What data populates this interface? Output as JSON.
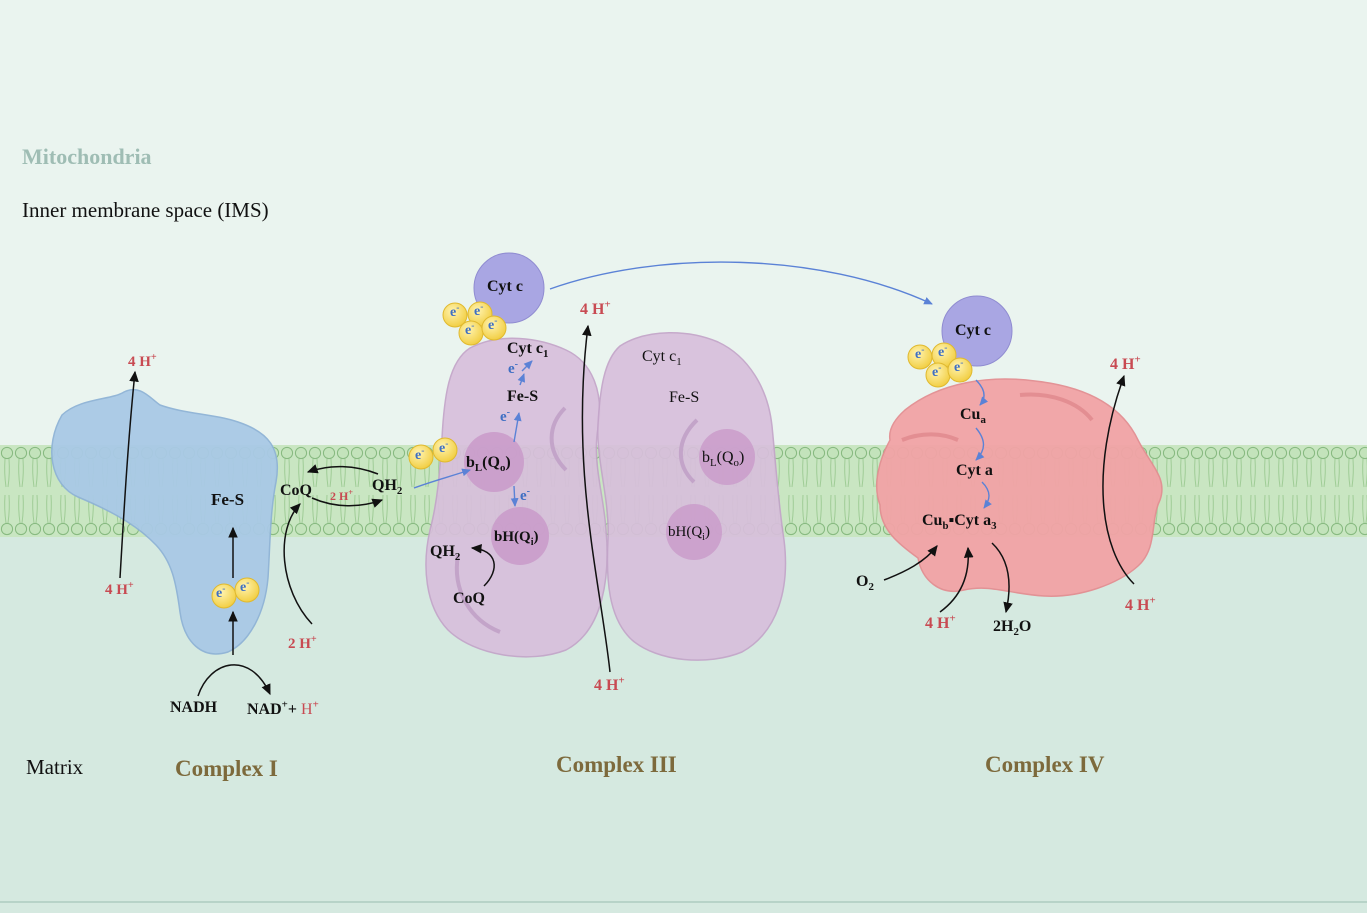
{
  "title": "Mitochondria",
  "regions": {
    "ims": "Inner membrane space (IMS)",
    "matrix": "Matrix"
  },
  "complexes": {
    "c1": "Complex I",
    "c3": "Complex III",
    "c4": "Complex IV"
  },
  "protons": {
    "four": "4 H",
    "two": "2 H",
    "plus": "+"
  },
  "electron": {
    "e": "e",
    "minus": "-"
  },
  "labels": {
    "fes": "Fe-S",
    "nadh": "NADH",
    "nad": "NAD",
    "nad_plus": "+",
    "plus_h": "+",
    "h": "H",
    "coq": "CoQ",
    "qh": "QH",
    "two": "2",
    "cytc": "Cyt c",
    "cytc1": "Cyt c",
    "one": "1",
    "bl": "b",
    "l": "L",
    "qo": "(Q",
    "o": "o",
    "close": ")",
    "bh": "bH(Q",
    "i": "i",
    "cu": "Cu",
    "a": "a",
    "b": "b",
    "cyta": "Cyt a",
    "cyta3_sep": "▪Cyt a",
    "three": "3",
    "o2": "O",
    "water": "2H",
    "water_o": "O"
  },
  "colors": {
    "ims_bg": "#eaf4ef",
    "matrix_bg": "#d5e9e0",
    "membrane": "#b9dcb1",
    "complex1": "#a9c9e6",
    "complex3": "#d8bfdc",
    "complex4": "#f2a3a6",
    "cytc": "#a9a6e3",
    "electron": "#f7d85c",
    "proton": "#c84a52",
    "arrow_blue": "#5b82d6"
  }
}
